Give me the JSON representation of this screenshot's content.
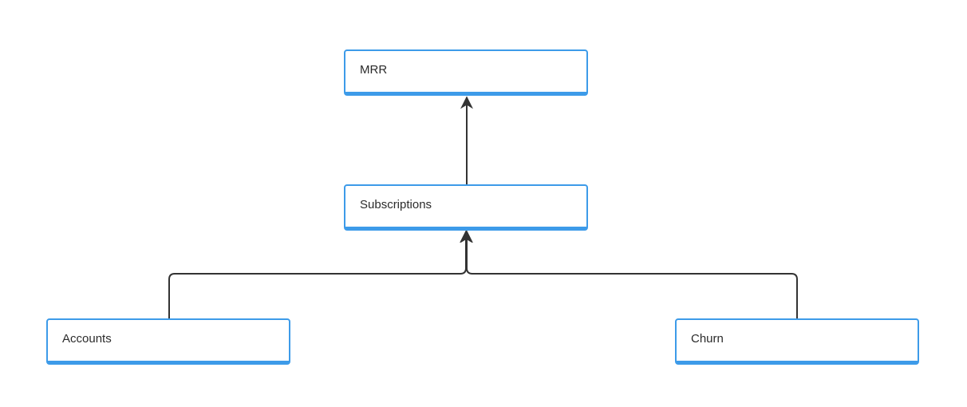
{
  "nodes": {
    "mrr": {
      "label": "MRR"
    },
    "subscriptions": {
      "label": "Subscriptions"
    },
    "accounts": {
      "label": "Accounts"
    },
    "churn": {
      "label": "Churn"
    }
  },
  "edges": [
    {
      "from": "subscriptions",
      "to": "mrr"
    },
    {
      "from": "accounts",
      "to": "subscriptions"
    },
    {
      "from": "churn",
      "to": "subscriptions"
    }
  ],
  "colors": {
    "node_border": "#3d9be9",
    "connector": "#333333",
    "text": "#2b2b2b"
  }
}
